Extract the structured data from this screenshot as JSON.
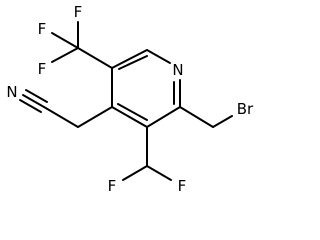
{
  "molecule": {
    "atoms": {
      "N": "N",
      "Br": "Br",
      "N_nitrile": "N",
      "F_cf3_top": "F",
      "F_cf3_left1": "F",
      "F_cf3_left2": "F",
      "F_chf2_left": "F",
      "F_chf2_right": "F"
    }
  }
}
